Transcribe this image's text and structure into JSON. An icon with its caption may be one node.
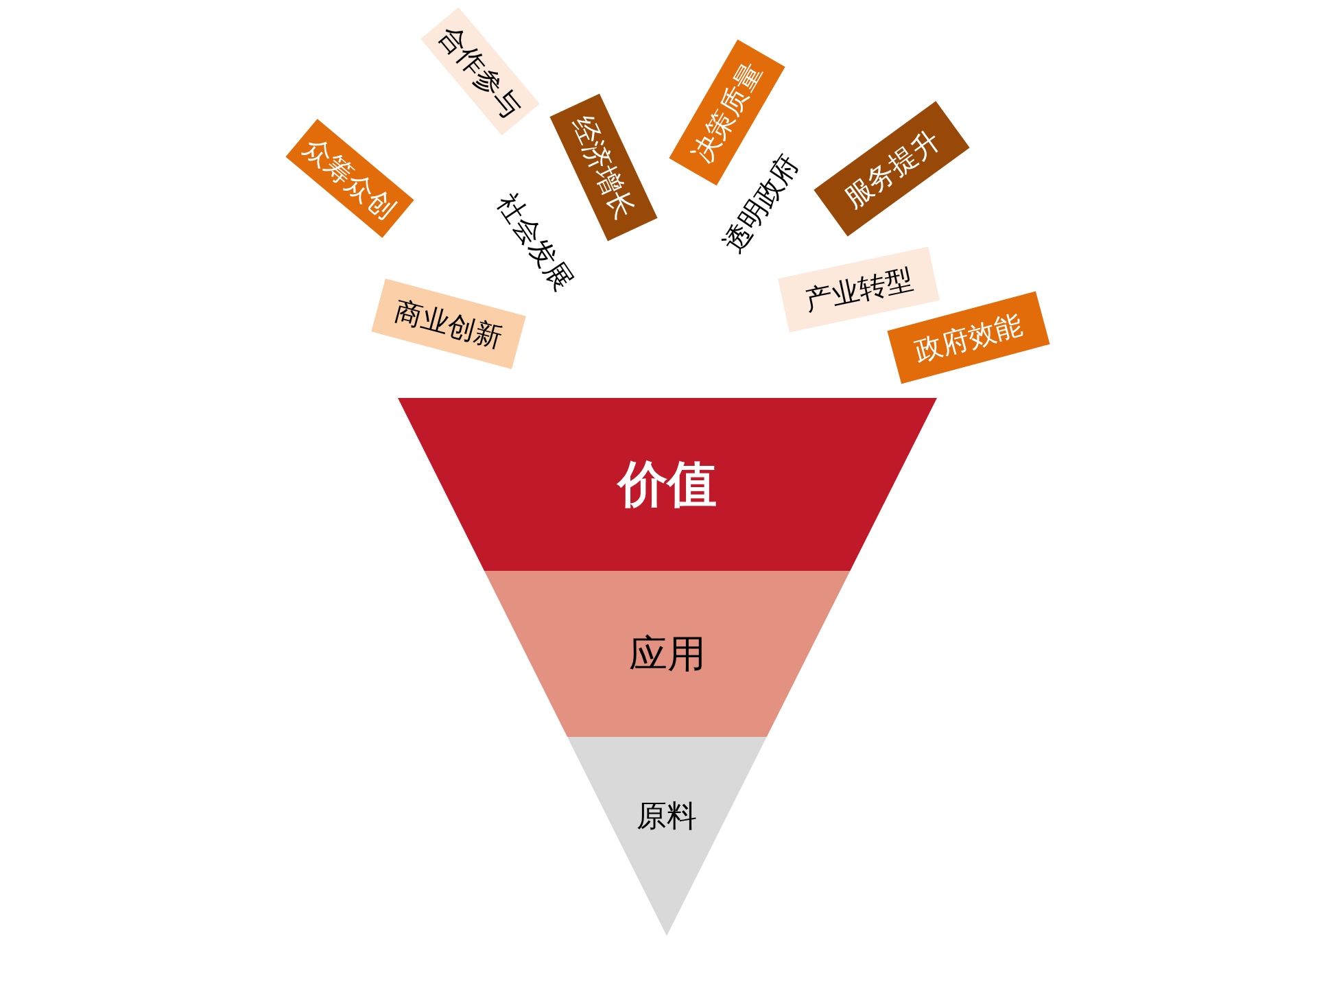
{
  "diagram": {
    "nodes": [
      {
        "text": [
          "合作参与"
        ]
      },
      {
        "text": [
          "众筹众创"
        ]
      },
      {
        "text": [
          "经济增长"
        ]
      },
      {
        "text": [
          "决策质量"
        ]
      },
      {
        "text": [
          "服务提升"
        ]
      },
      {
        "text": [
          "商业创新"
        ]
      },
      {
        "text": [
          "产业转型"
        ]
      },
      {
        "text": [
          "政府效能"
        ]
      },
      {
        "text": [
          "价值"
        ]
      },
      {
        "text": [
          "应用"
        ]
      },
      {
        "text": [
          "原料"
        ]
      }
    ],
    "labels": [
      "社会发展",
      "透明政府"
    ]
  }
}
